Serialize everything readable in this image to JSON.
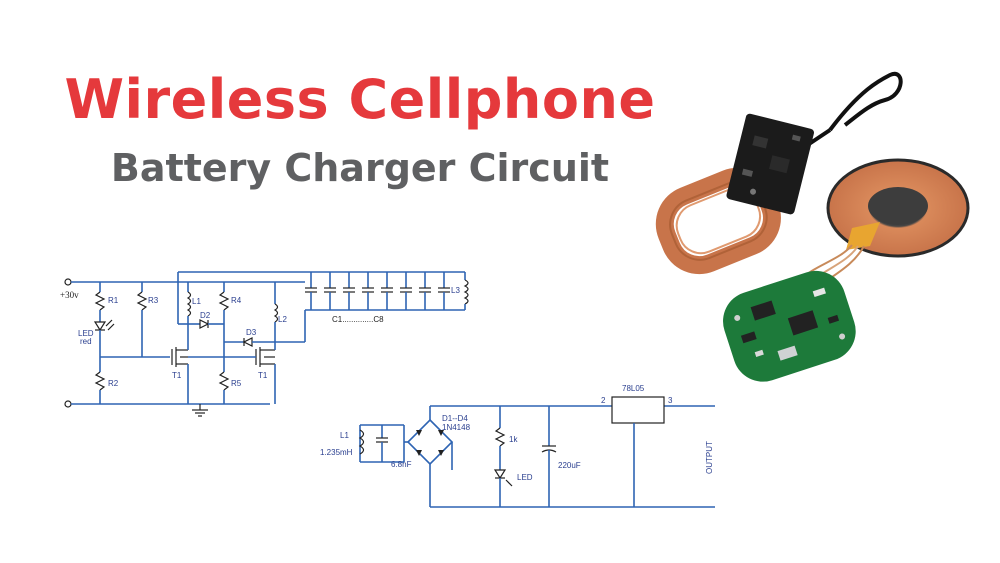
{
  "title": "Wireless Cellphone",
  "subtitle": "Battery Charger Circuit",
  "tx": {
    "supply": "+30v",
    "r1": "R1",
    "r2": "R2",
    "r3": "R3",
    "r4": "R4",
    "r5": "R5",
    "led": "LED",
    "led_color": "red",
    "l1": "L1",
    "l2": "L2",
    "l3": "L3",
    "d2": "D2",
    "d3": "D3",
    "t1a": "T1",
    "t1b": "T1",
    "caps": "C1..............C8"
  },
  "rx": {
    "l1": "L1",
    "l1_value": "1.235mH",
    "cap": "6.8nF",
    "diodes": "D1--D4",
    "diode_part": "1N4148",
    "resistor": "1k",
    "led": "LED",
    "cap2": "220uF",
    "regulator": "78L05",
    "pin_in": "2",
    "pin_out": "3",
    "output": "OUTPUT"
  },
  "colors": {
    "title": "#e5393c",
    "subtitle": "#5f6062",
    "wire": "#2e64b3",
    "pcb": "#1d7a3a"
  }
}
